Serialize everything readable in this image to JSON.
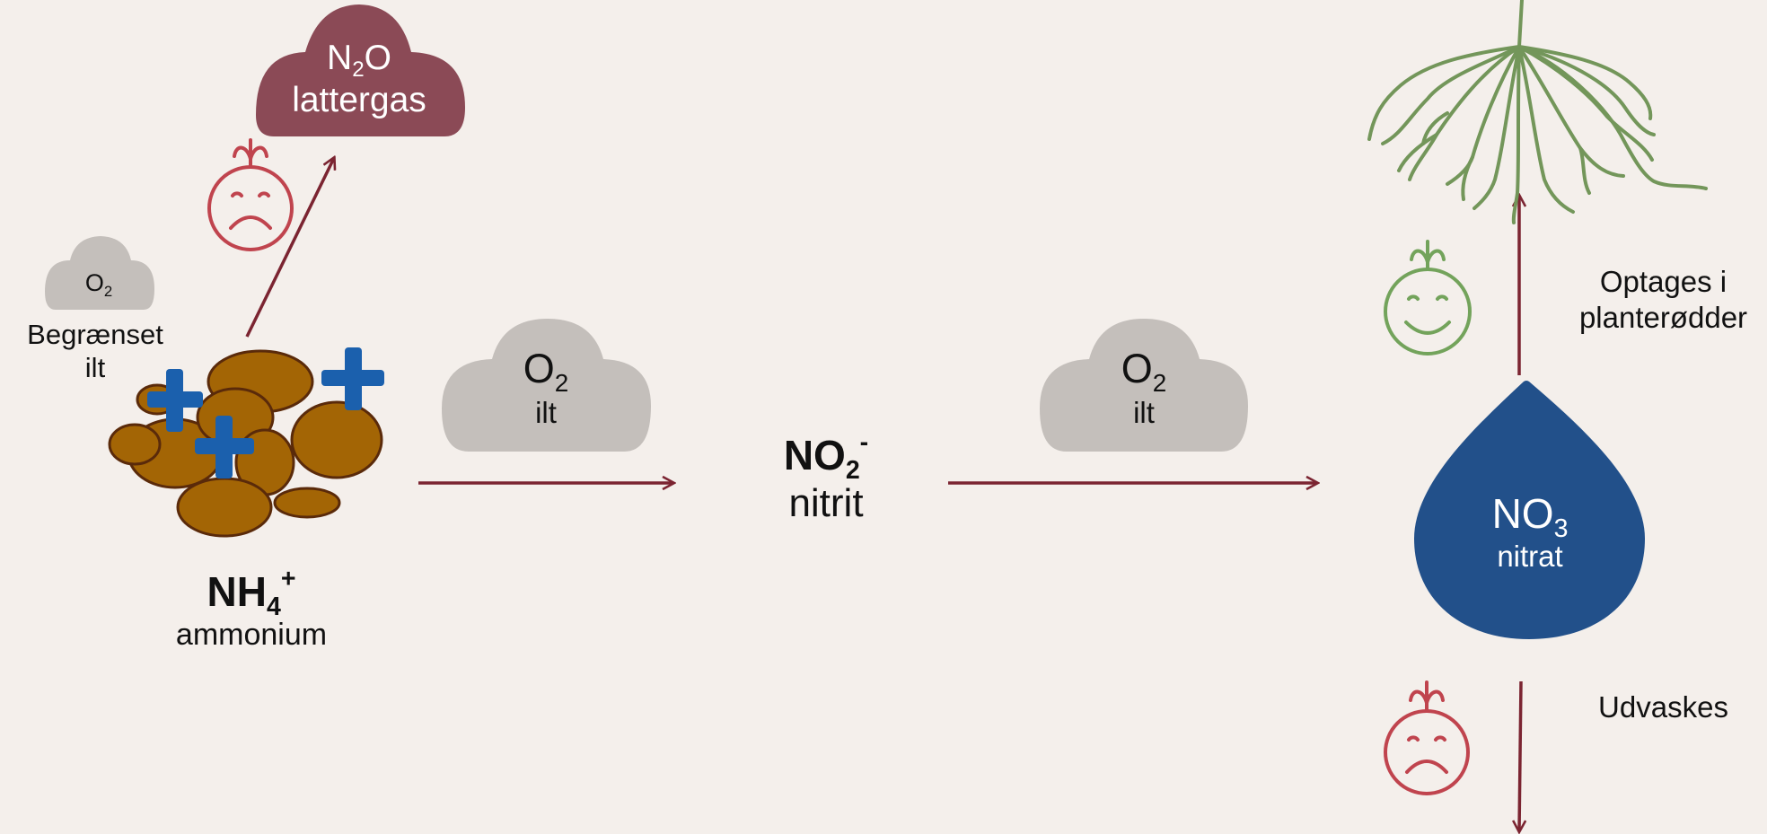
{
  "colors": {
    "background": "#f4efeb",
    "arrow": "#7b2431",
    "cloud_gray": "#c4bfbb",
    "cloud_red": "#8b4a56",
    "soil_brown": "#a36505",
    "plus_blue": "#1b60ad",
    "drop_blue": "#22508a",
    "root_green": "#73965a",
    "sad_face": "#c0444e",
    "happy_face": "#73a35b"
  },
  "icons": [
    "sad-face-icon",
    "happy-face-icon",
    "plant-roots-icon",
    "soil-clump-icon",
    "cloud-icon",
    "water-drop-icon"
  ],
  "n2o_cloud": {
    "formula_main": "N",
    "formula_sub": "2",
    "formula_end": "O",
    "name": "lattergas"
  },
  "small_o2": {
    "formula_main": "O",
    "formula_sub": "2",
    "label_line1": "Begrænset",
    "label_line2": "ilt"
  },
  "o2_cloud_1": {
    "formula_main": "O",
    "formula_sub": "2",
    "name": "ilt"
  },
  "o2_cloud_2": {
    "formula_main": "O",
    "formula_sub": "2",
    "name": "ilt"
  },
  "ammonium": {
    "formula_main": "NH",
    "formula_sub": "4",
    "formula_sup": "+",
    "name": "ammonium"
  },
  "nitrite": {
    "formula_main": "NO",
    "formula_sub": "2",
    "formula_sup": "-",
    "name": "nitrit"
  },
  "nitrate": {
    "formula_main": "NO",
    "formula_sub": "3",
    "name": "nitrat"
  },
  "uptake": {
    "line1": "Optages i",
    "line2": "planterødder"
  },
  "leaching": {
    "label": "Udvaskes"
  }
}
